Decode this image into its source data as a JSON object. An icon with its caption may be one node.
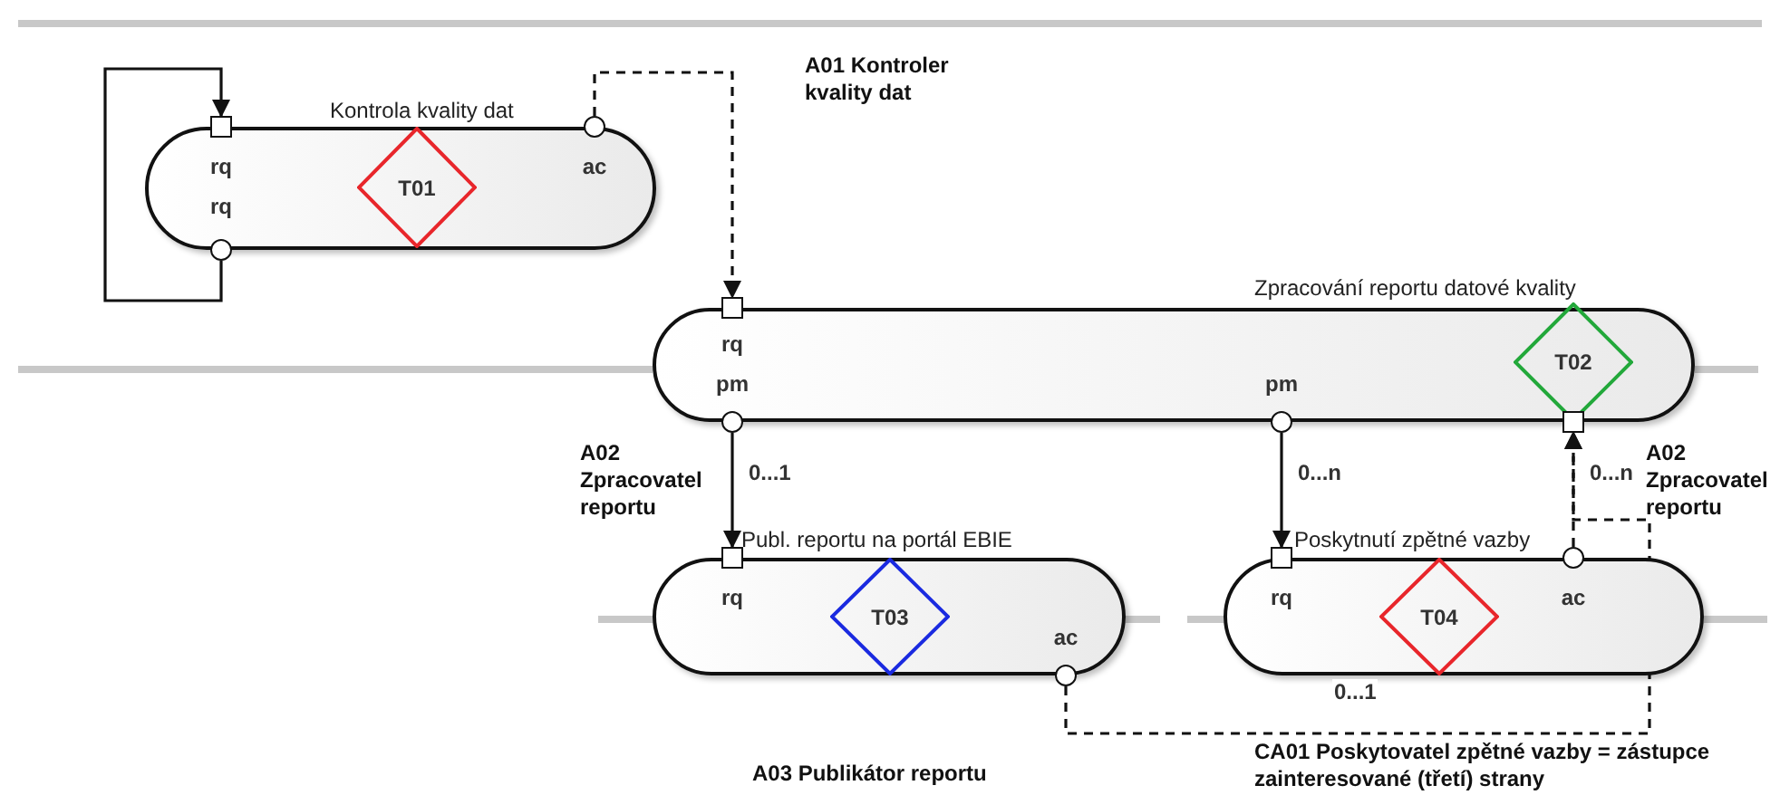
{
  "diagram": {
    "nodes": [
      {
        "text": [
          "Kontrola kvality dat"
        ]
      },
      {
        "text": [
          "T01"
        ],
        "in": 0
      },
      {
        "text": [],
        "shape": "box",
        "beside": [
          "rq"
        ]
      },
      {
        "text": [],
        "shape": "circle",
        "beside": [
          "rq"
        ]
      },
      {
        "text": [],
        "shape": "circle",
        "beside": [
          "ac"
        ]
      },
      {
        "text": [
          "Zpracování reportu datové kvality"
        ]
      },
      {
        "text": [
          "T02"
        ],
        "in": 5
      },
      {
        "text": [],
        "shape": "box",
        "beside": [
          "rq"
        ]
      },
      {
        "text": [],
        "shape": "circle",
        "beside": [
          "pm"
        ]
      },
      {
        "text": [],
        "shape": "circle",
        "beside": [
          "pm"
        ]
      },
      {
        "text": [],
        "shape": "box"
      },
      {
        "text": [
          "Publ. reportu na portál EBIE"
        ]
      },
      {
        "text": [
          "T03"
        ],
        "in": 11
      },
      {
        "text": [],
        "shape": "box",
        "beside": [
          "rq"
        ]
      },
      {
        "text": [],
        "shape": "circle",
        "beside": [
          "ac"
        ]
      },
      {
        "text": [
          "Poskytnutí zpětné vazby"
        ]
      },
      {
        "text": [
          "T04"
        ],
        "in": 15
      },
      {
        "text": [],
        "shape": "box",
        "beside": [
          "rq"
        ]
      },
      {
        "text": [],
        "shape": "circle",
        "beside": [
          "ac"
        ]
      }
    ],
    "edges": [
      {
        "from": 3,
        "to": 2,
        "arrow": "to"
      },
      {
        "from": 4,
        "to": 7,
        "arrow": "to",
        "style": "dashed"
      },
      {
        "from": 8,
        "to": 13,
        "arrow": "to",
        "label": "0...1"
      },
      {
        "from": 9,
        "to": 17,
        "arrow": "to",
        "label": "0...n"
      },
      {
        "from": 18,
        "to": 10,
        "arrow": "to",
        "style": "dashed",
        "label": "0...n"
      },
      {
        "from": 14,
        "to": 10,
        "arrow": "to",
        "style": "dashed",
        "label": "0...1"
      }
    ],
    "labels": [
      "A01 Kontroler kvality dat",
      "A02 Zpracovatel reportu",
      "A02 Zpracovatel reportu",
      "A03 Publikátor reportu",
      "CA01 Poskytovatel zpětné vazby = zástupce zainteresované (třetí) strany"
    ]
  }
}
